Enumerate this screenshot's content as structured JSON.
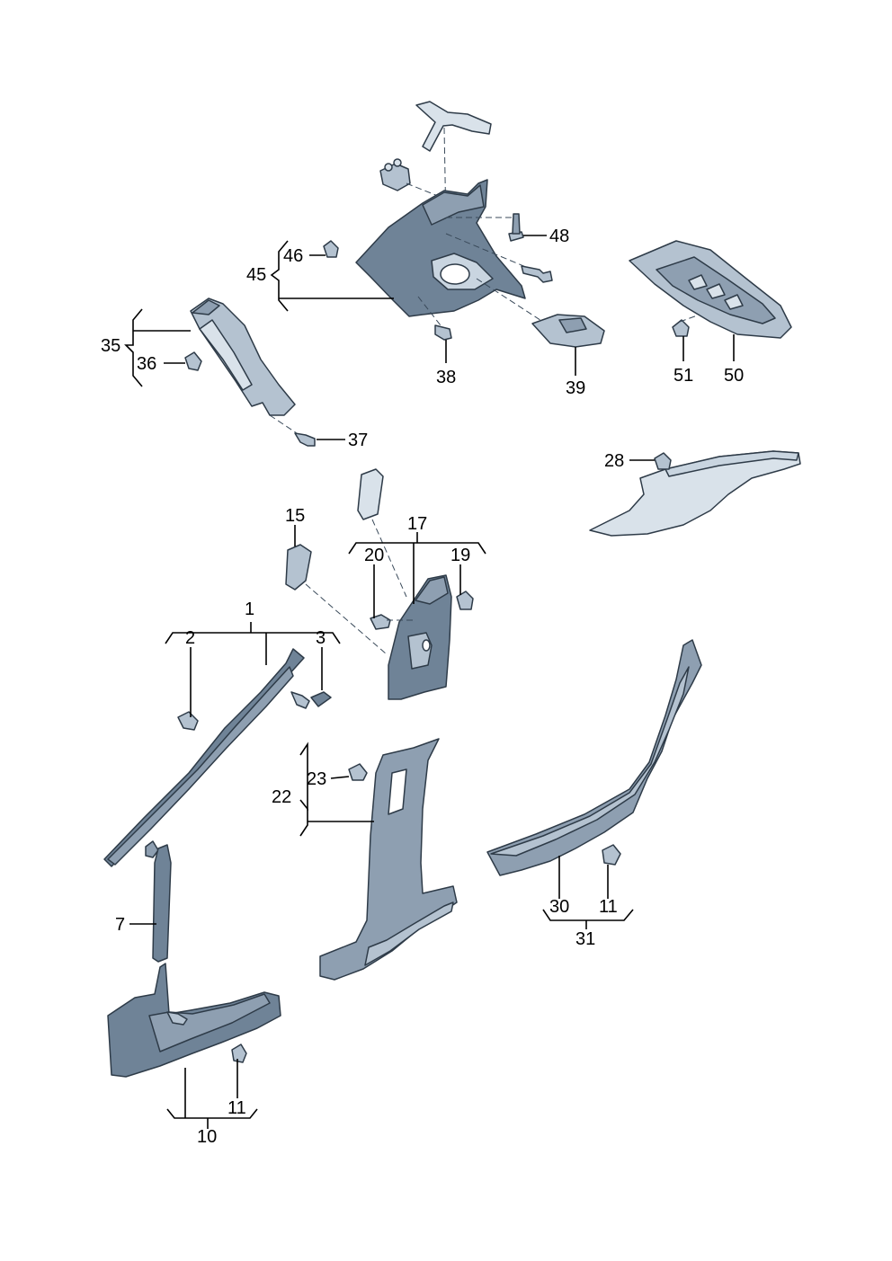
{
  "labels": {
    "l1": "1",
    "l2": "2",
    "l3": "3",
    "l7": "7",
    "l10": "10",
    "l11a": "11",
    "l11b": "11",
    "l15": "15",
    "l17": "17",
    "l19": "19",
    "l20": "20",
    "l22": "22",
    "l23": "23",
    "l28": "28",
    "l30": "30",
    "l31": "31",
    "l35": "35",
    "l36": "36",
    "l37": "37",
    "l38": "38",
    "l39": "39",
    "l45": "45",
    "l46": "46",
    "l48": "48",
    "l50": "50",
    "l51": "51"
  },
  "colors": {
    "part_dark": "#6f8397",
    "part_mid": "#8e9fb1",
    "part_light": "#b4c2d0",
    "outline": "#2e3b48"
  }
}
